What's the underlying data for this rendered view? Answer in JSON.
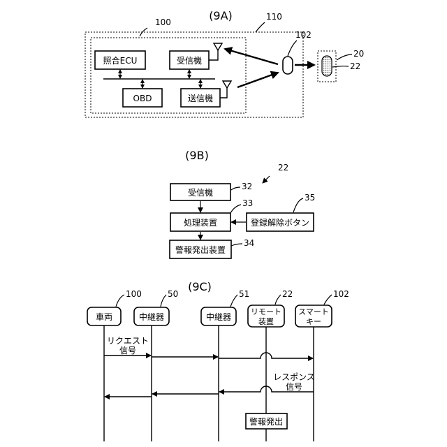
{
  "fig_a": {
    "title": "(9A)",
    "ref_100": "100",
    "ref_110": "110",
    "ref_102": "102",
    "ref_20": "20",
    "ref_22": "22",
    "ecu": "照合ECU",
    "receiver": "受信機",
    "obd": "OBD",
    "transmitter": "送信機"
  },
  "fig_b": {
    "title": "(9B)",
    "ref_22": "22",
    "receiver": "受信機",
    "ref_32": "32",
    "processor": "処理装置",
    "ref_33": "33",
    "alarm": "警報発出装置",
    "ref_34": "34",
    "release_button": "登録解除ボタン",
    "ref_35": "35"
  },
  "fig_c": {
    "title": "(9C)",
    "actors": [
      {
        "label": "車両",
        "ref": "100"
      },
      {
        "label": "中継器",
        "ref": "50"
      },
      {
        "label": "中継器",
        "ref": "51"
      },
      {
        "label": "リモート",
        "label2": "装置",
        "ref": "22"
      },
      {
        "label": "スマート",
        "label2": "キー",
        "ref": "102"
      }
    ],
    "request_label_1": "リクエスト",
    "request_label_2": "信号",
    "response_label_1": "レスポンス",
    "response_label_2": "信号",
    "alarm_box": "警報発出"
  }
}
